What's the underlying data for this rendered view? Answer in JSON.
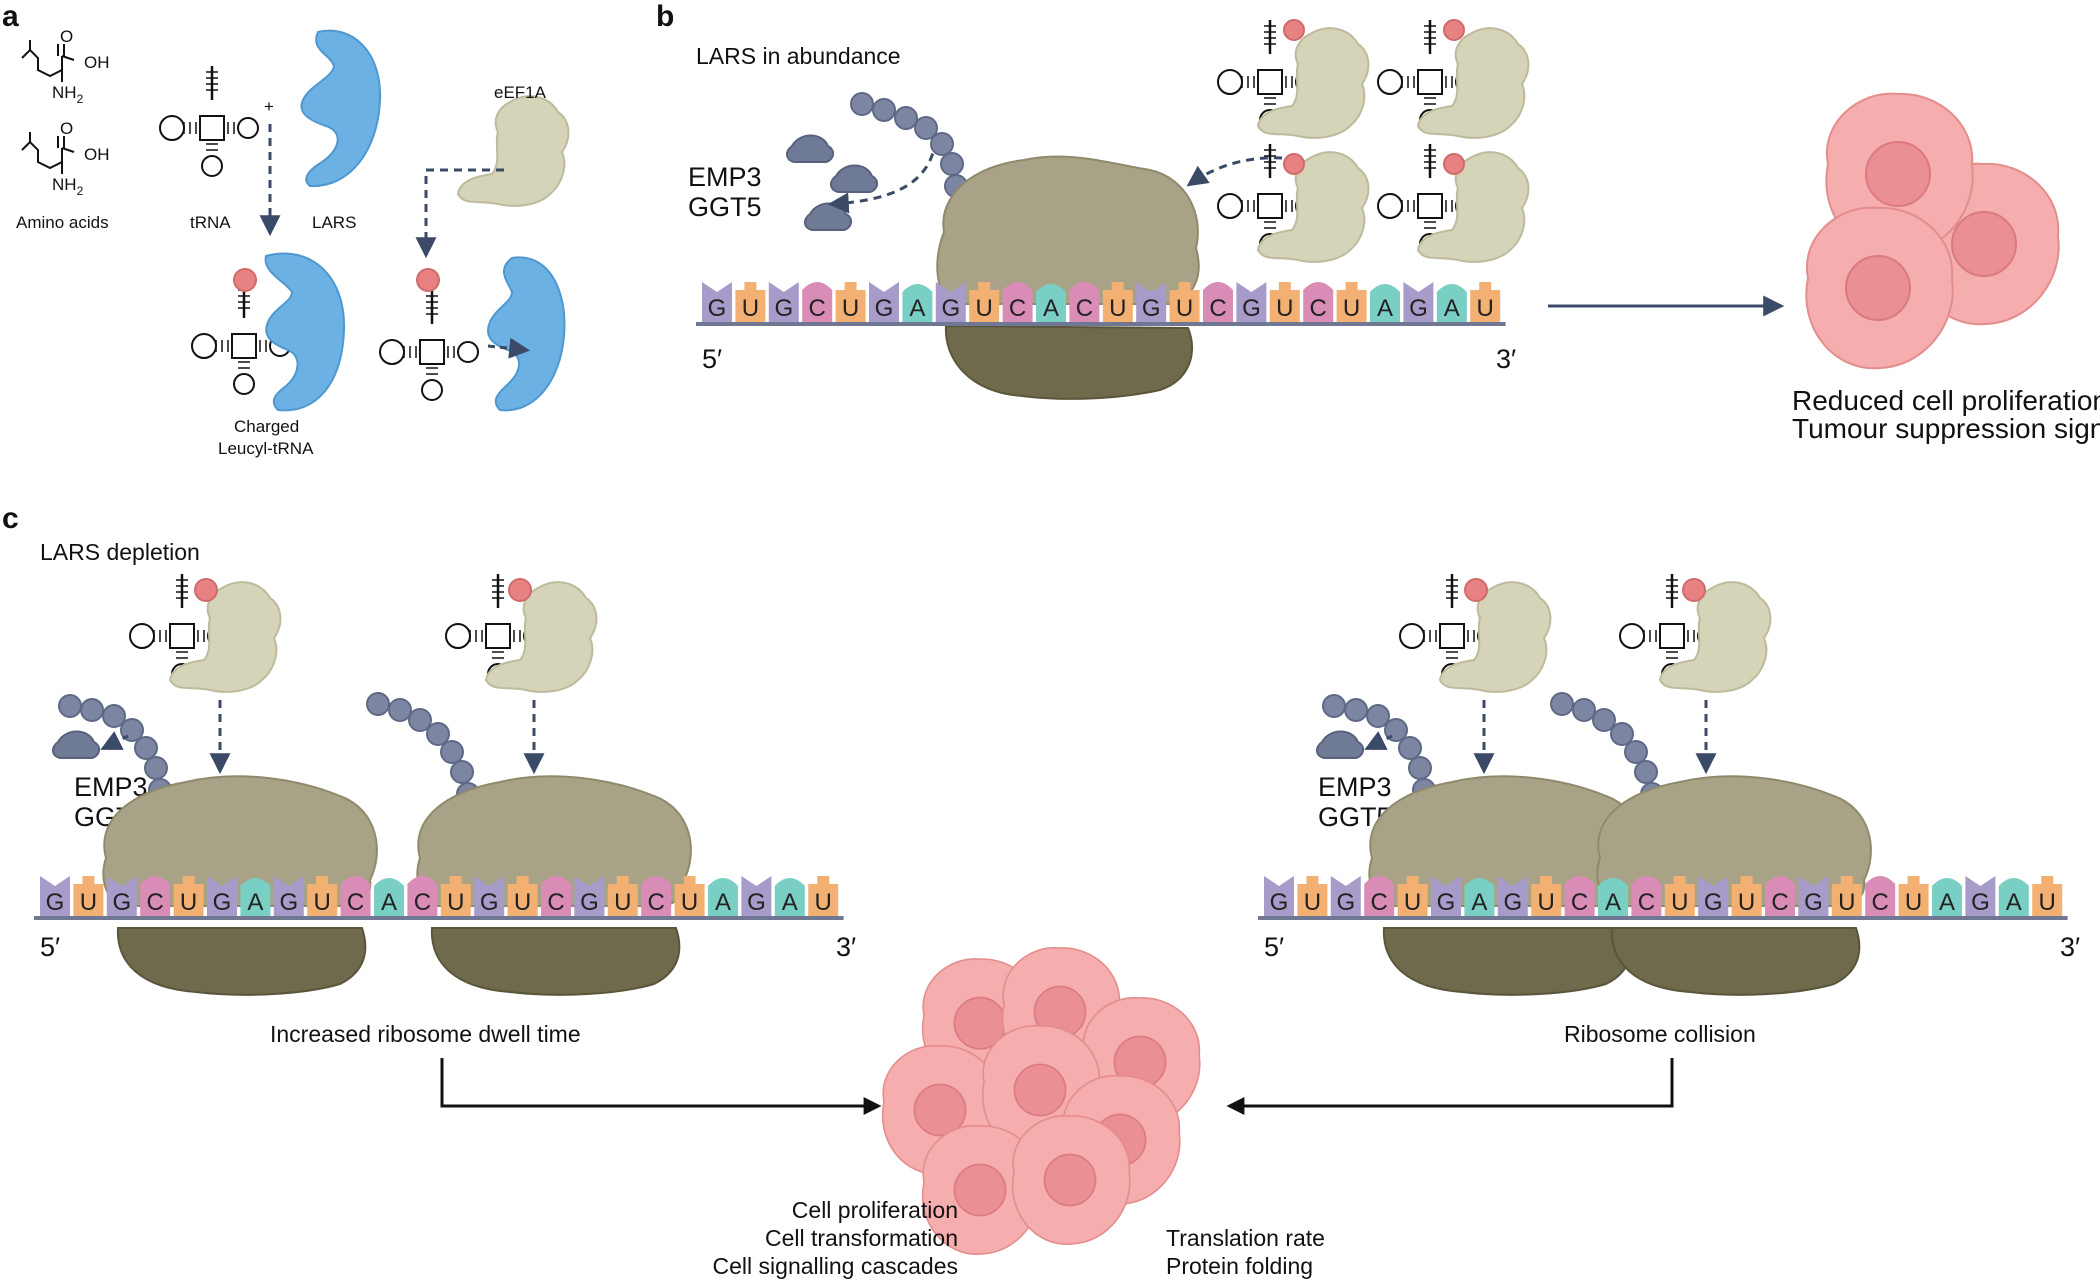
{
  "panels": {
    "a": "a",
    "b": "b",
    "c": "c"
  },
  "panel_a": {
    "amino_acids": "Amino acids",
    "oh_1": "OH",
    "nh2_1": "NH",
    "oh_2": "OH",
    "nh2_2": "NH",
    "sub2": "2",
    "o_1": "O",
    "o_2": "O",
    "trna": "tRNA",
    "plus": "+",
    "lars": "LARS",
    "eef1a": "eEF1A",
    "charged_1": "Charged",
    "charged_2": "Leucyl-tRNA"
  },
  "panel_b": {
    "title": "LARS in abundance",
    "emp3": "EMP3",
    "ggt5": "GGT5",
    "mrna": [
      "G",
      "U",
      "G",
      "C",
      "U",
      "G",
      "A",
      "G",
      "U",
      "C",
      "A",
      "C",
      "U",
      "G",
      "U",
      "C",
      "G",
      "U",
      "C",
      "U",
      "A",
      "G",
      "A",
      "U"
    ],
    "five_prime": "5′",
    "three_prime": "3′",
    "outcome_1": "Reduced cell proliferation",
    "outcome_2": "Tumour suppression signal"
  },
  "panel_c": {
    "title": "LARS depletion",
    "emp3_left": "EMP3",
    "ggt5_left": "GGT5",
    "emp3_right": "EMP3",
    "ggt5_right": "GGT5",
    "mrna": [
      "G",
      "U",
      "G",
      "C",
      "U",
      "G",
      "A",
      "G",
      "U",
      "C",
      "A",
      "C",
      "U",
      "G",
      "U",
      "C",
      "G",
      "U",
      "C",
      "U",
      "A",
      "G",
      "A",
      "U"
    ],
    "five_prime_left": "5′",
    "three_prime_left": "3′",
    "five_prime_right": "5′",
    "three_prime_right": "3′",
    "left_caption": "Increased ribosome dwell time",
    "right_caption": "Ribosome collision",
    "left_outcome_1": "Cell proliferation",
    "left_outcome_2": "Cell transformation",
    "left_outcome_3": "Cell signalling cascades",
    "right_outcome_1": "Translation rate",
    "right_outcome_2": "Protein folding"
  },
  "colors": {
    "G": "#a79bc9",
    "U": "#f3b073",
    "C": "#d98cb6",
    "A": "#79cfc4",
    "lars": "#6cb1e4",
    "eef1a": "#d6d4b8",
    "ribosome": "#a8a386",
    "ribosome_dark": "#6f6a4c",
    "peptide": "#7c86a3",
    "leucine": "#e88282",
    "cell": "#f6a9a9",
    "arrow": "#3b4a66",
    "backbone": "#6f7793"
  }
}
